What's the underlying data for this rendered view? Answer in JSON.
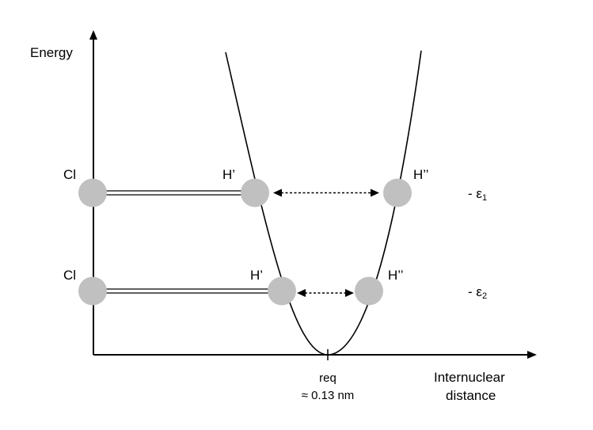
{
  "axes": {
    "y_label": "Energy",
    "x_label_line1": "Internuclear",
    "x_label_line2": "distance"
  },
  "equilibrium": {
    "label": "req",
    "value": "≈ 0.13 nm"
  },
  "levels": [
    {
      "name": "ε1",
      "label": "- ε",
      "subscript": "1",
      "left_atom": "Cl",
      "h_left": "H’",
      "h_right": "H’’"
    },
    {
      "name": "ε2",
      "label": "- ε",
      "subscript": "2",
      "left_atom": "Cl",
      "h_left": "H’",
      "h_right": "H’’"
    }
  ],
  "colors": {
    "atom_fill": "#c0c0c0",
    "line": "#000000"
  }
}
